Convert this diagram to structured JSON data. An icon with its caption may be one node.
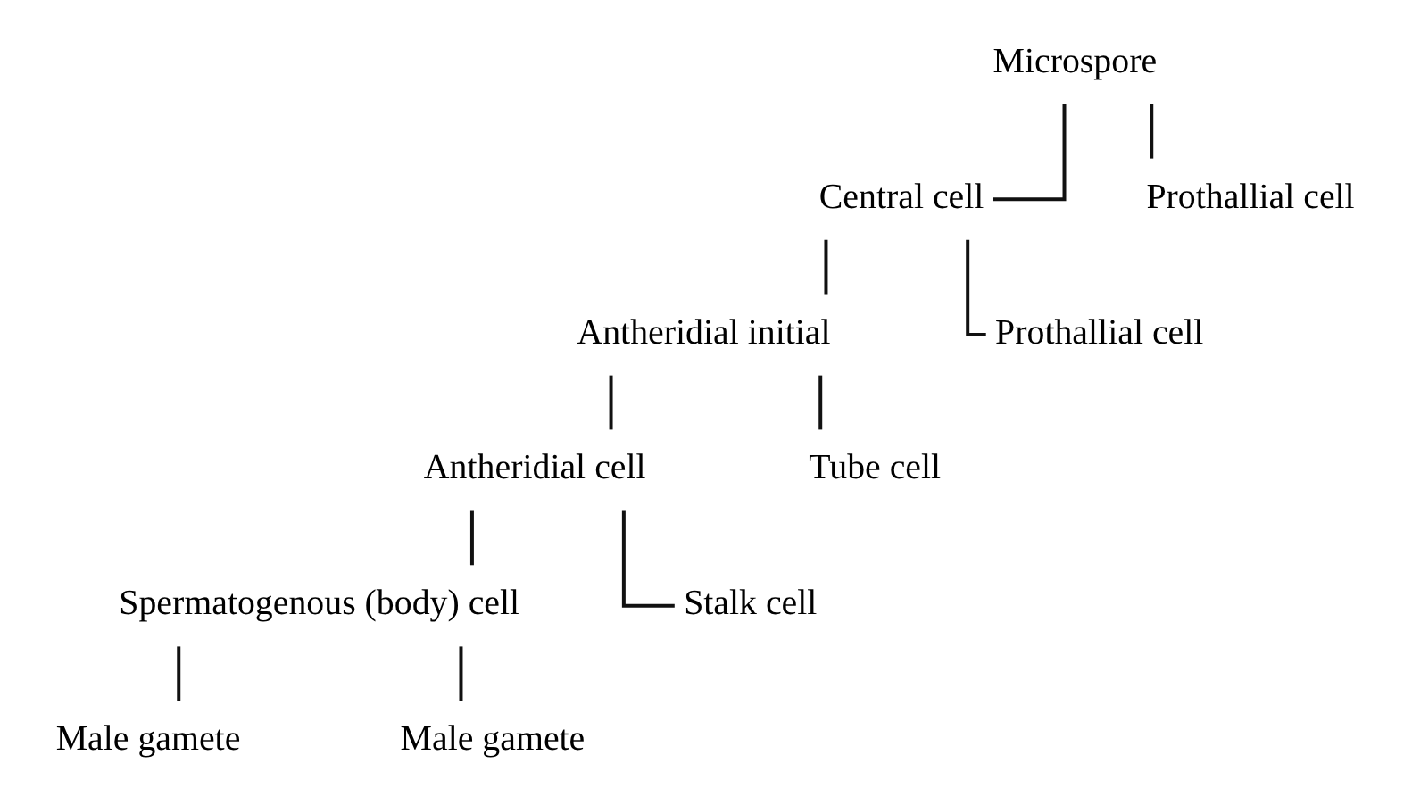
{
  "diagram": {
    "nodes": [
      {
        "text": [
          "Microspore"
        ]
      },
      {
        "text": [
          "Central cell"
        ]
      },
      {
        "text": [
          "Prothallial cell"
        ]
      },
      {
        "text": [
          "Antheridial initial"
        ]
      },
      {
        "text": [
          "Prothallial cell"
        ]
      },
      {
        "text": [
          "Antheridial cell"
        ]
      },
      {
        "text": [
          "Tube cell"
        ]
      },
      {
        "text": [
          "Spermatogenous (body) cell"
        ]
      },
      {
        "text": [
          "Stalk cell"
        ]
      },
      {
        "text": [
          "Male gamete"
        ]
      },
      {
        "text": [
          "Male gamete"
        ]
      }
    ],
    "edges": [
      {
        "from": 0,
        "to": 1,
        "arrow": "none"
      },
      {
        "from": 0,
        "to": 2,
        "arrow": "none"
      },
      {
        "from": 1,
        "to": 3,
        "arrow": "none"
      },
      {
        "from": 1,
        "to": 4,
        "arrow": "none"
      },
      {
        "from": 3,
        "to": 5,
        "arrow": "none"
      },
      {
        "from": 3,
        "to": 6,
        "arrow": "none"
      },
      {
        "from": 5,
        "to": 7,
        "arrow": "none"
      },
      {
        "from": 5,
        "to": 8,
        "arrow": "none"
      },
      {
        "from": 7,
        "to": 9,
        "arrow": "none"
      },
      {
        "from": 7,
        "to": 10,
        "arrow": "none"
      }
    ]
  }
}
